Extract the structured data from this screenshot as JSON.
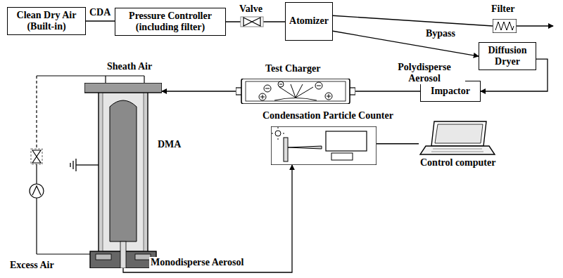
{
  "diagram": {
    "nodes": [
      {
        "text": [
          "Clean Dry Air (Built-in)"
        ]
      },
      {
        "text": [
          "Pressure Controller (including filter)"
        ]
      },
      {
        "text": [
          "Atomizer"
        ]
      },
      {
        "text": [
          "Diffusion Dryer"
        ]
      },
      {
        "text": [
          "Impactor"
        ]
      },
      {
        "text": [
          "Test Charger"
        ]
      },
      {
        "text": [
          "DMA"
        ]
      },
      {
        "text": [
          "Condensation Particle Counter"
        ]
      },
      {
        "text": [
          "Control computer"
        ]
      },
      {
        "text": [
          "Filter"
        ]
      }
    ],
    "edges": [
      {
        "from": 0,
        "to": 1,
        "label": "CDA",
        "arrow": "none"
      },
      {
        "from": 1,
        "to": 2,
        "arrow": "none"
      },
      {
        "from": 2,
        "to": 9,
        "label": "Bypass",
        "arrow": "none"
      },
      {
        "from": 2,
        "to": 3,
        "label": "Polydisperse Aerosol",
        "arrow": "to"
      },
      {
        "from": 3,
        "to": 4,
        "arrow": "to"
      },
      {
        "from": 4,
        "to": 5,
        "arrow": "none"
      },
      {
        "from": 5,
        "to": 6,
        "arrow": "to"
      },
      {
        "from": 6,
        "to": 7,
        "label": "Monodisperse Aerosol",
        "arrow": "to"
      },
      {
        "from": 7,
        "to": 8,
        "arrow": "none"
      }
    ],
    "labels": [
      "Valve",
      "Sheath Air",
      "Excess Air"
    ]
  }
}
